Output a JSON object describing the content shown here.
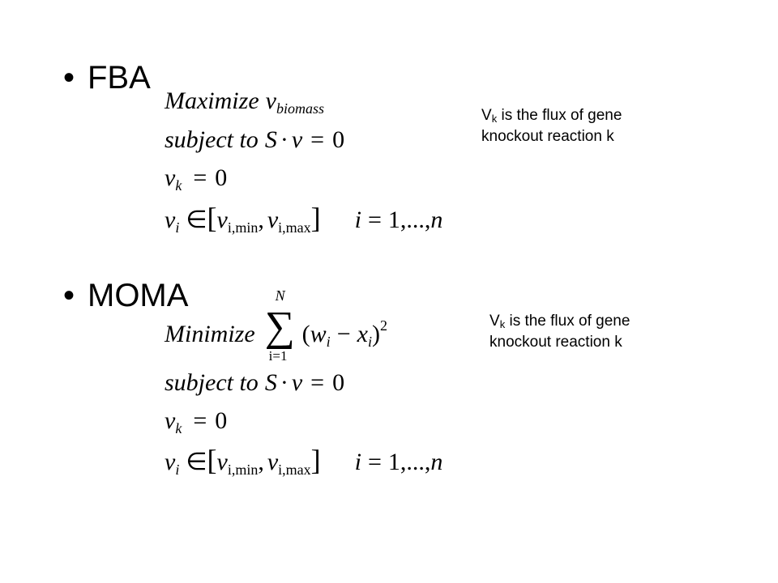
{
  "bullets": {
    "symbol": "•",
    "fba": "FBA",
    "moma": "MOMA"
  },
  "fba": {
    "objective": {
      "verb": "Maximize",
      "var": "v",
      "sub": "biomass"
    },
    "constraint_mass": {
      "text": "subject to",
      "S": "S",
      "dot": "·",
      "v": "v",
      "eq": "=",
      "zero": "0"
    },
    "constraint_knockout": {
      "var": "v",
      "sub": "k",
      "eq": "=",
      "zero": "0"
    },
    "constraint_bounds": {
      "var": "v",
      "sub": "i",
      "in": "∈",
      "open": "[",
      "close": "]",
      "lo_var": "v",
      "lo_sub": "i,min",
      "comma": ",",
      "hi_var": "v",
      "hi_sub": "i,max",
      "index_var": "i",
      "index_eq": "=",
      "index_range": "1,...,",
      "index_n": "n"
    }
  },
  "moma": {
    "objective": {
      "verb": "Minimize",
      "sigma": "∑",
      "upper": "N",
      "lower": "i=1",
      "open": "(",
      "w": "w",
      "w_sub": "i",
      "minus": "−",
      "x": "x",
      "x_sub": "i",
      "close": ")",
      "power": "2"
    },
    "constraint_mass": {
      "text": "subject to",
      "S": "S",
      "dot": "·",
      "v": "v",
      "eq": "=",
      "zero": "0"
    },
    "constraint_knockout": {
      "var": "v",
      "sub": "k",
      "eq": "=",
      "zero": "0"
    },
    "constraint_bounds": {
      "var": "v",
      "sub": "i",
      "in": "∈",
      "open": "[",
      "close": "]",
      "lo_var": "v",
      "lo_sub": "i,min",
      "comma": ",",
      "hi_var": "v",
      "hi_sub": "i,max",
      "index_var": "i",
      "index_eq": "=",
      "index_range": "1,...,",
      "index_n": "n"
    }
  },
  "notes": {
    "fba": {
      "var": "V",
      "sub": "k",
      "line1_rest": " is the flux of gene",
      "line2": "knockout reaction k"
    },
    "moma": {
      "var": "V",
      "sub": "k",
      "line1_rest": " is the flux of gene",
      "line2": "knockout reaction k"
    }
  }
}
